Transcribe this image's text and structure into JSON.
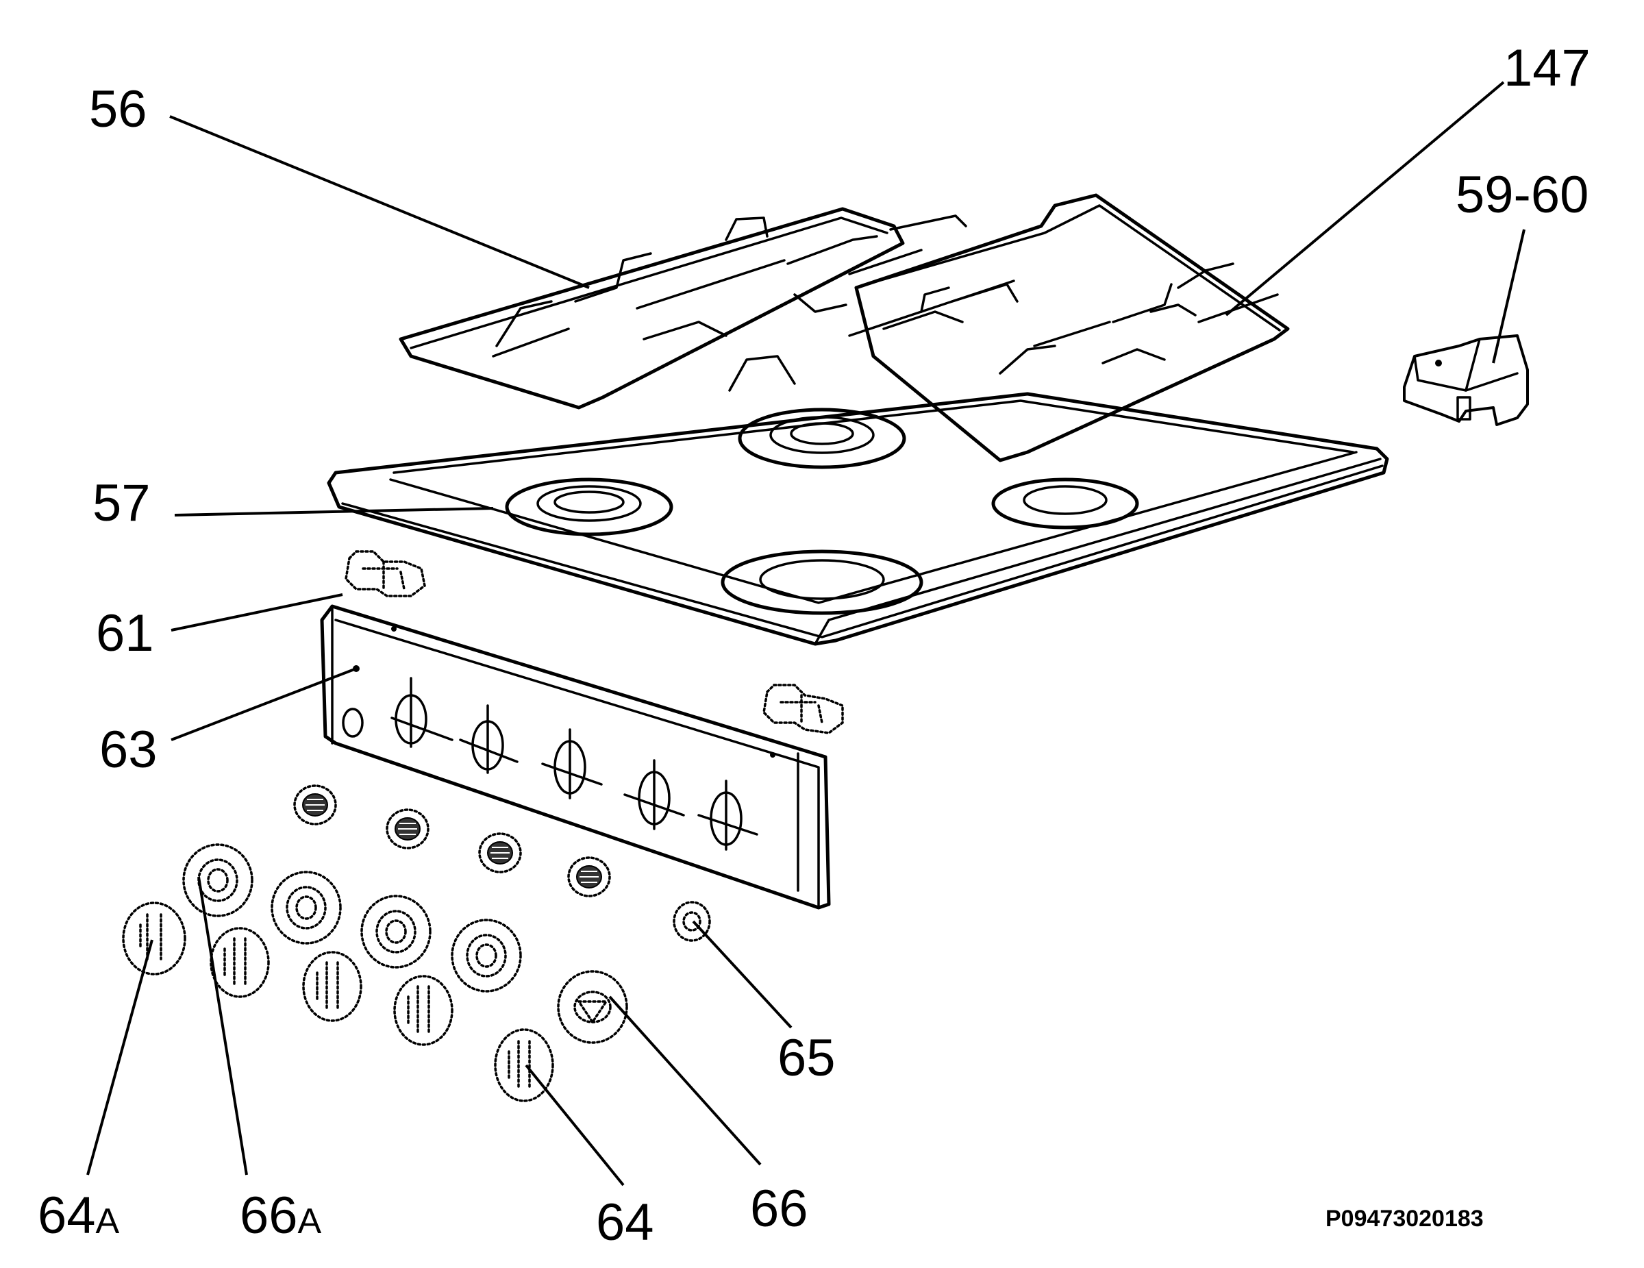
{
  "diagram": {
    "callouts": {
      "c56": "56",
      "c147": "147",
      "c59_60": "59-60",
      "c57": "57",
      "c61": "61",
      "c63": "63",
      "c65": "65",
      "c64a_num": "64",
      "c64a_suffix": "A",
      "c66a_num": "66",
      "c66a_suffix": "A",
      "c64": "64",
      "c66": "66"
    },
    "drawing_id": "P09473020183"
  }
}
